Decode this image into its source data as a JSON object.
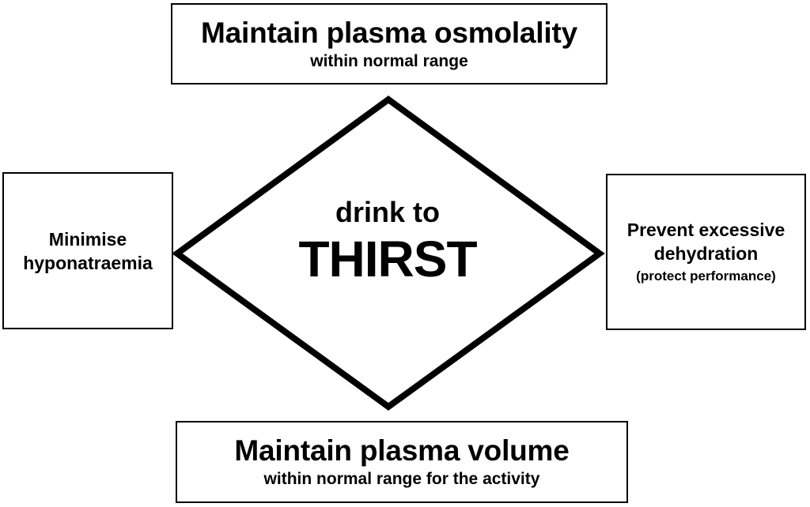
{
  "top_box": {
    "title": "Maintain plasma osmolality",
    "subtitle": "within normal range"
  },
  "bottom_box": {
    "title": "Maintain plasma volume",
    "subtitle": "within normal range for the activity"
  },
  "left_box": {
    "line1": "Minimise",
    "line2": "hyponatraemia"
  },
  "right_box": {
    "line1": "Prevent excessive",
    "line2": "dehydration",
    "note": "(protect performance)"
  },
  "center": {
    "line1": "drink to",
    "line2": "THIRST"
  },
  "colors": {
    "stroke": "#000000",
    "background": "#ffffff"
  }
}
